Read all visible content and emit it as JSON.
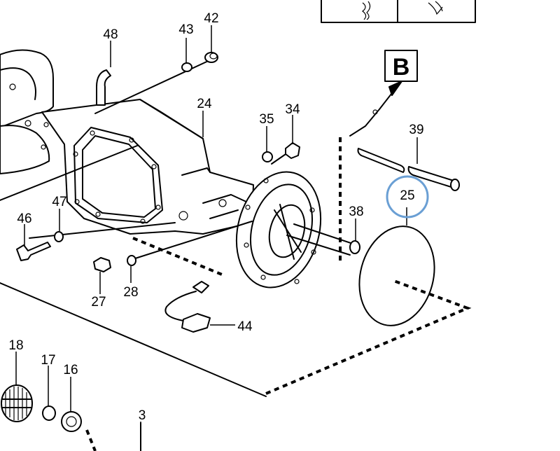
{
  "callouts": {
    "p3": "3",
    "p16": "16",
    "p17": "17",
    "p18": "18",
    "p24": "24",
    "p25": "25",
    "p27": "27",
    "p28": "28",
    "p34": "34",
    "p35": "35",
    "p38": "38",
    "p39": "39",
    "p42": "42",
    "p43": "43",
    "p44": "44",
    "p46": "46",
    "p47": "47",
    "p48": "48"
  },
  "detail_marker": "B",
  "highlight": {
    "part": "25",
    "color": "#6a9fd4"
  }
}
